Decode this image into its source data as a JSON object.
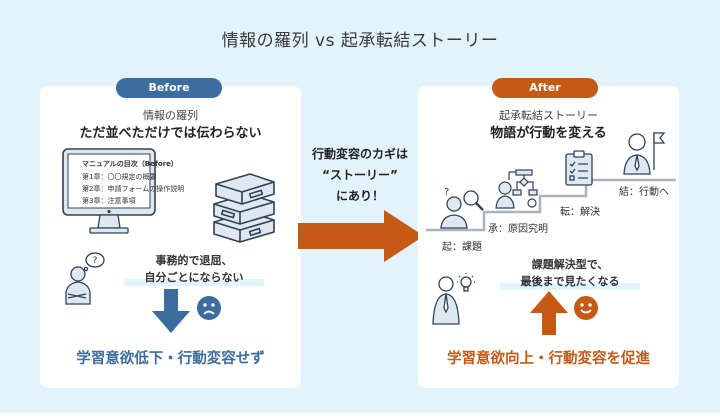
{
  "title": "情報の羅列 vs 起承転結ストーリー",
  "colors": {
    "background": "#e2f3fb",
    "before_accent": "#3d6d9e",
    "after_accent": "#c45a14",
    "card": "#ffffff"
  },
  "before": {
    "badge": "Before",
    "subtitle": "情報の羅列",
    "headline": "ただ並べただけでは伝わらない",
    "monitor": {
      "title": "マニュアルの目次（Before）",
      "lines": [
        "第1章：〇〇規定の概要",
        "第2章：申請フォームの操作説明",
        "第3章：注意事項"
      ]
    },
    "reaction_line1": "事務的で退屈、",
    "reaction_line2": "自分ごとにならない",
    "conclusion": "学習意欲低下・行動変容せず",
    "icons": [
      "monitor-icon",
      "books-icon",
      "confused-person-icon",
      "down-arrow-icon",
      "sad-face-icon"
    ]
  },
  "center": {
    "line1": "行動変容のカギは",
    "line2": "“ストーリー”",
    "line3": "にあり！",
    "arrow": "right-arrow-icon"
  },
  "after": {
    "badge": "After",
    "subtitle": "起承転結ストーリー",
    "headline": "物語が行動を変える",
    "steps": [
      {
        "label": "起：課題",
        "icon": "person-search-icon"
      },
      {
        "label": "承：原因究明",
        "icon": "person-flowchart-icon"
      },
      {
        "label": "転：解決",
        "icon": "checklist-icon"
      },
      {
        "label": "結：行動へ",
        "icon": "person-flag-icon"
      }
    ],
    "reaction_line1": "課題解決型で、",
    "reaction_line2": "最後まで見たくなる",
    "conclusion": "学習意欲向上・行動変容を促進",
    "icons": [
      "idea-person-icon",
      "up-arrow-icon",
      "smile-face-icon"
    ]
  }
}
